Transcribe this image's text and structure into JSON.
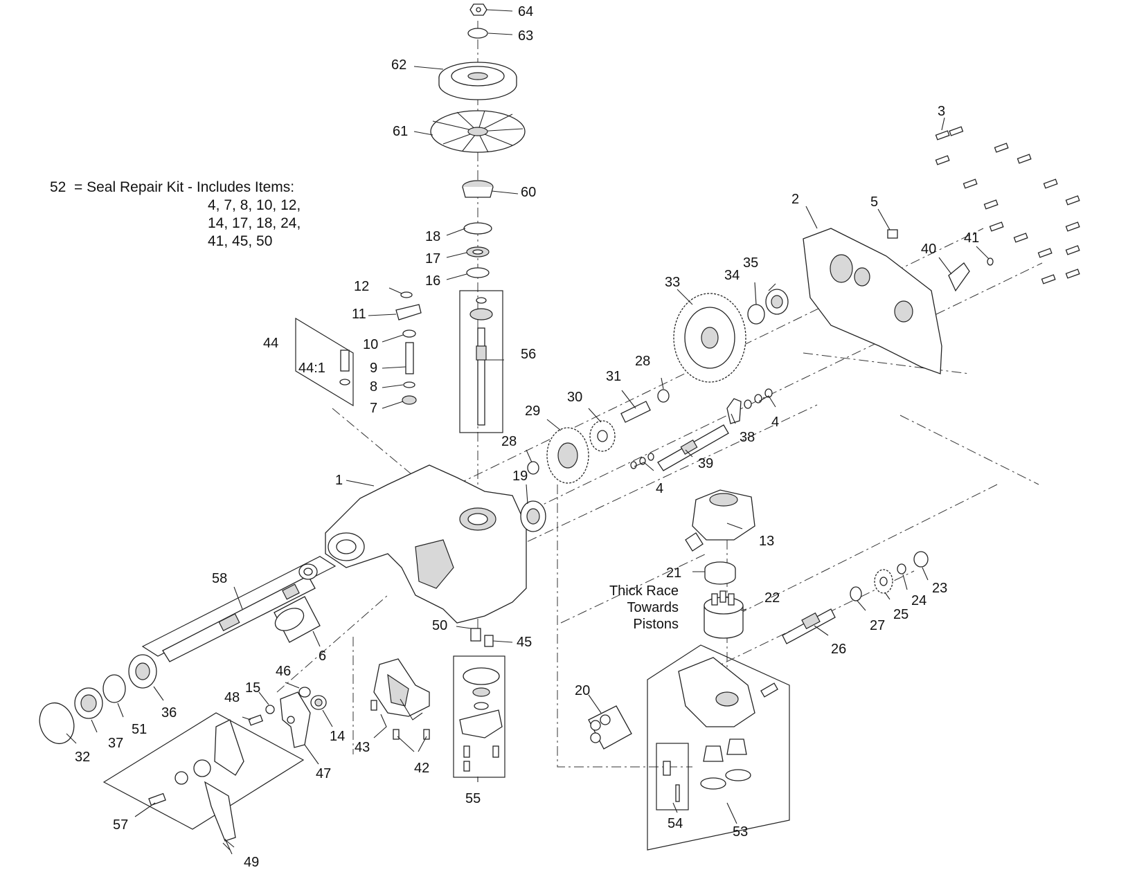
{
  "note": {
    "lines": [
      "52  = Seal Repair Kit - Includes Items:",
      "4, 7, 8, 10, 12,",
      "14, 17, 18, 24,",
      "41, 45, 50"
    ]
  },
  "side_note": {
    "lines": [
      "Thick Race",
      "Towards",
      "Pistons"
    ]
  },
  "callouts": {
    "c1": "1",
    "c2": "2",
    "c3": "3",
    "c4a": "4",
    "c4b": "4",
    "c5": "5",
    "c6": "6",
    "c7": "7",
    "c8": "8",
    "c9": "9",
    "c10": "10",
    "c11": "11",
    "c12": "12",
    "c13": "13",
    "c14": "14",
    "c15": "15",
    "c16": "16",
    "c17": "17",
    "c18": "18",
    "c19": "19",
    "c20": "20",
    "c21": "21",
    "c22": "22",
    "c23": "23",
    "c24": "24",
    "c25": "25",
    "c26": "26",
    "c27": "27",
    "c28a": "28",
    "c28b": "28",
    "c29": "29",
    "c30": "30",
    "c31": "31",
    "c32": "32",
    "c33": "33",
    "c34": "34",
    "c35": "35",
    "c36": "36",
    "c37": "37",
    "c38": "38",
    "c39": "39",
    "c40": "40",
    "c41": "41",
    "c42": "42",
    "c43": "43",
    "c44": "44",
    "c44_1": "44:1",
    "c45": "45",
    "c46": "46",
    "c47": "47",
    "c48": "48",
    "c49": "49",
    "c50": "50",
    "c51": "51",
    "c53": "53",
    "c54": "54",
    "c55": "55",
    "c56": "56",
    "c57": "57",
    "c58": "58",
    "c60": "60",
    "c61": "61",
    "c62": "62",
    "c63": "63",
    "c64": "64"
  }
}
